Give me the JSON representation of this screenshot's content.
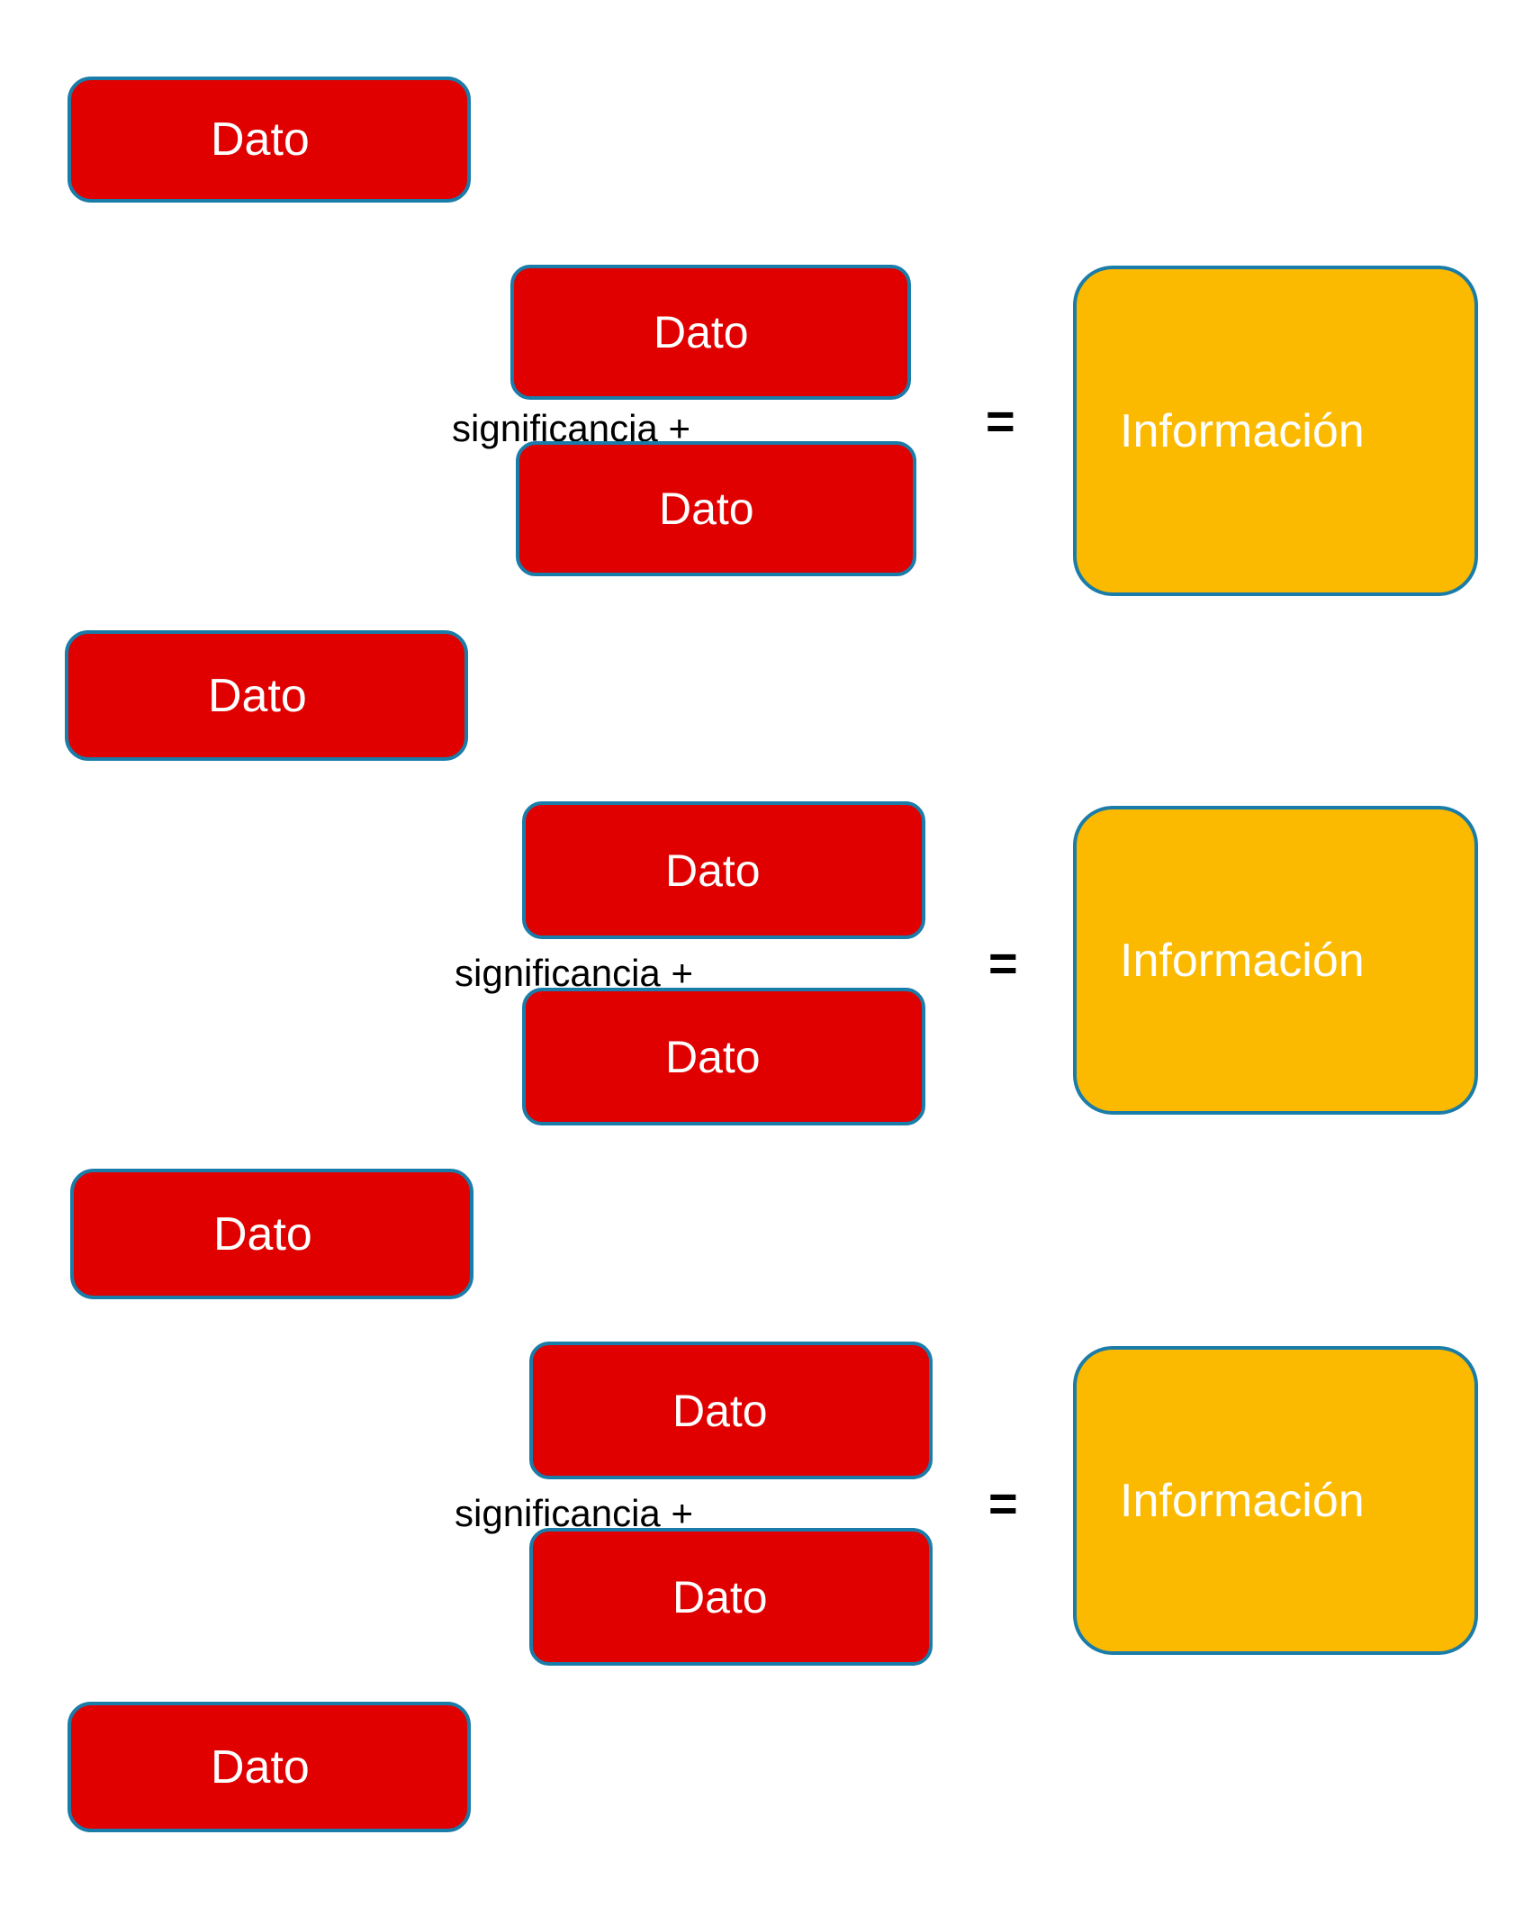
{
  "diagram": {
    "title": "Dato + significancia = Informacion",
    "colors": {
      "data_fill": "#e00000",
      "information_fill": "#fbba00",
      "border": "#1a7ca8",
      "box_text": "#ffffff",
      "operator_text": "#000000",
      "background": "#ffffff"
    },
    "labels": {
      "dato": "Dato",
      "informacion": "Información",
      "significancia": "significancia +",
      "equals": "="
    },
    "standalone_data_boxes": [
      {
        "label": "Dato"
      },
      {
        "label": "Dato"
      },
      {
        "label": "Dato"
      },
      {
        "label": "Dato"
      }
    ],
    "equation_groups": [
      {
        "operand_top": "Dato",
        "operand_bottom": "Dato",
        "operator": "significancia +",
        "equals": "=",
        "result": "Información"
      },
      {
        "operand_top": "Dato",
        "operand_bottom": "Dato",
        "operator": "significancia +",
        "equals": "=",
        "result": "Información"
      },
      {
        "operand_top": "Dato",
        "operand_bottom": "Dato",
        "operator": "significancia +",
        "equals": "=",
        "result": "Información"
      }
    ]
  }
}
